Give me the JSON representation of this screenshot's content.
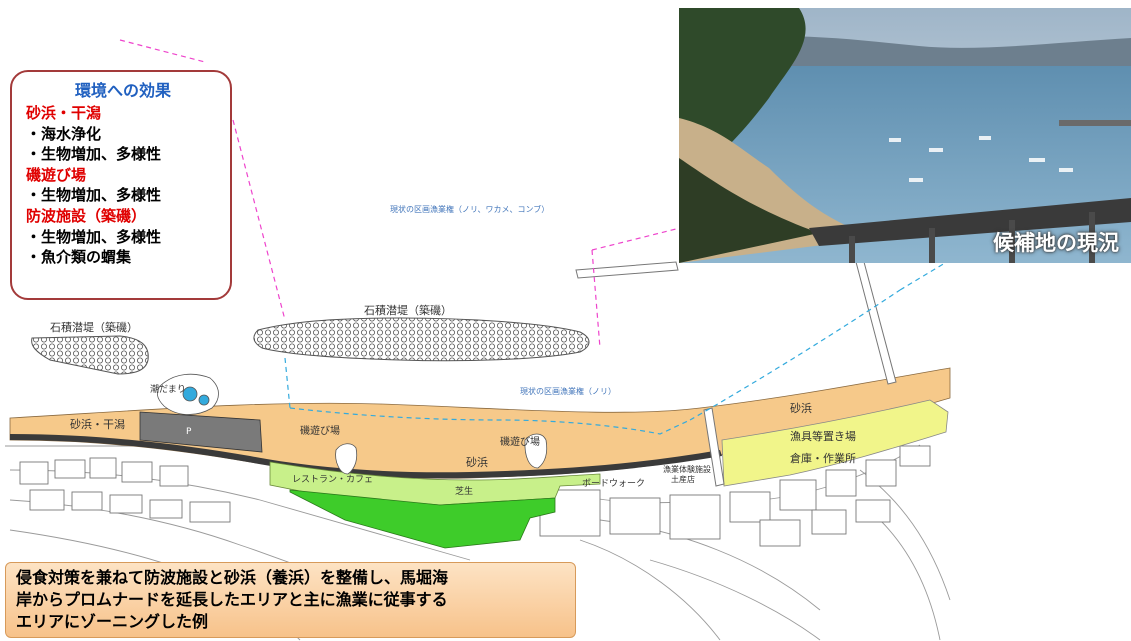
{
  "effects": {
    "title": "環境への効果",
    "items": [
      {
        "type": "head",
        "text": "砂浜・干潟"
      },
      {
        "type": "sub",
        "text": "・海水浄化"
      },
      {
        "type": "sub",
        "text": "・生物増加、多様性"
      },
      {
        "type": "head",
        "text": "磯遊び場"
      },
      {
        "type": "sub",
        "text": "・生物増加、多様性"
      },
      {
        "type": "head",
        "text": "防波施設（築磯）"
      },
      {
        "type": "sub",
        "text": "・生物増加、多様性"
      },
      {
        "type": "sub",
        "text": "・魚介類の蝟集"
      }
    ]
  },
  "photo": {
    "caption": "候補地の現況"
  },
  "map": {
    "labels": {
      "fishing_rights_top": "現状の区画漁業権（ノリ、ワカメ、コンブ）",
      "fishing_rights_mid": "現状の区画漁業権（ノリ）",
      "breakwater_center": "石積潜堤（築磯）",
      "breakwater_left": "石積潜堤（築磯）",
      "tidepool": "潮だまり",
      "sand_tideflat": "砂浜・干潟",
      "rock_play_1": "磯遊び場",
      "rock_play_2": "磯遊び場",
      "beach_center": "砂浜",
      "beach_right": "砂浜",
      "boardwalk": "ボードウォーク",
      "restaurant": "レストラン・カフェ",
      "lawn": "芝生",
      "fishing_prep": "漁具等置き場",
      "warehouse": "倉庫・作業所",
      "parking": "P",
      "fish_facility": "漁業体験施設",
      "shop": "土産店"
    },
    "colors": {
      "beach": "#f6c98a",
      "lawn_light": "#c8f08a",
      "lawn_dark": "#3ecc2a",
      "fishing_area": "#f1f58a",
      "dashed_magenta": "#ee44cc",
      "dashed_cyan": "#33aadd"
    }
  },
  "note": {
    "lines": [
      "侵食対策を兼ねて防波施設と砂浜（養浜）を整備し、馬堀海",
      "岸からプロムナードを延長したエリアと主に漁業に従事する",
      "エリアにゾーニングした例"
    ]
  }
}
